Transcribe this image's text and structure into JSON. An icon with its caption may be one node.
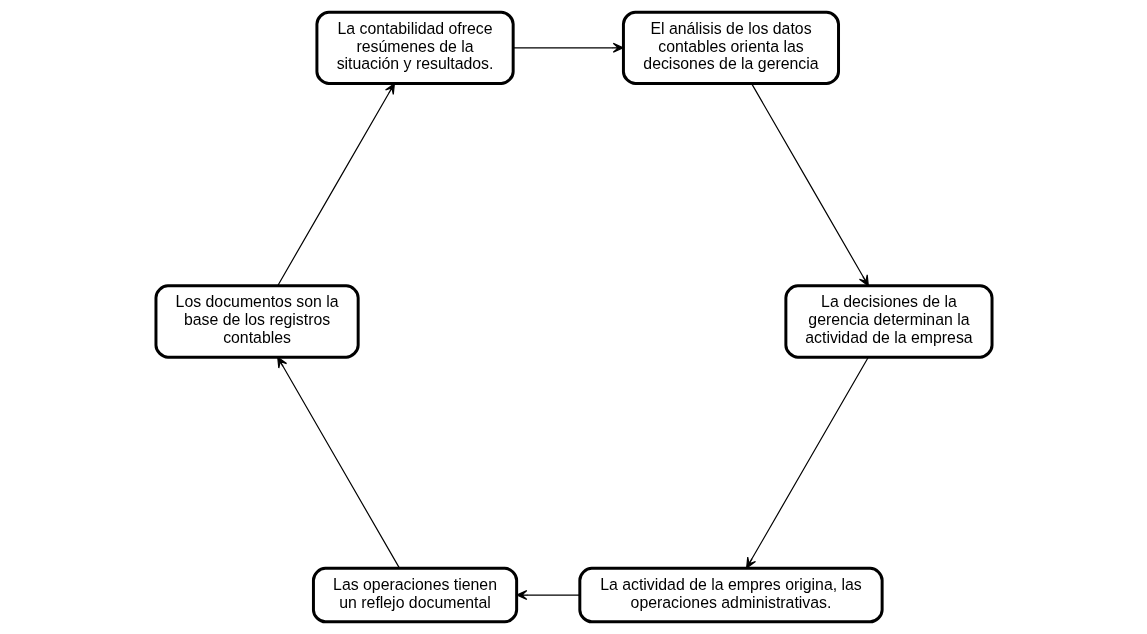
{
  "diagram": {
    "nodes": [
      {
        "text": [
          "La actividad de la empres origina, las operaciones administrativas."
        ]
      },
      {
        "text": [
          "Las operaciones tienen un reflejo documental"
        ]
      },
      {
        "text": [
          "Los documentos son la base de los registros contables"
        ]
      },
      {
        "text": [
          "La contabilidad ofrece resúmenes de la situación y resultados."
        ]
      },
      {
        "text": [
          "El análisis de los datos contables orienta las decisones de la gerencia"
        ]
      },
      {
        "text": [
          "La decisiones de la gerencia determinan la actividad de la empresa"
        ]
      }
    ],
    "edges": [
      {
        "from": 0,
        "to": 1,
        "arrow": "to"
      },
      {
        "from": 1,
        "to": 2,
        "arrow": "to"
      },
      {
        "from": 2,
        "to": 3,
        "arrow": "to"
      },
      {
        "from": 3,
        "to": 4,
        "arrow": "to"
      },
      {
        "from": 4,
        "to": 5,
        "arrow": "to"
      },
      {
        "from": 5,
        "to": 0,
        "arrow": "to"
      }
    ]
  }
}
